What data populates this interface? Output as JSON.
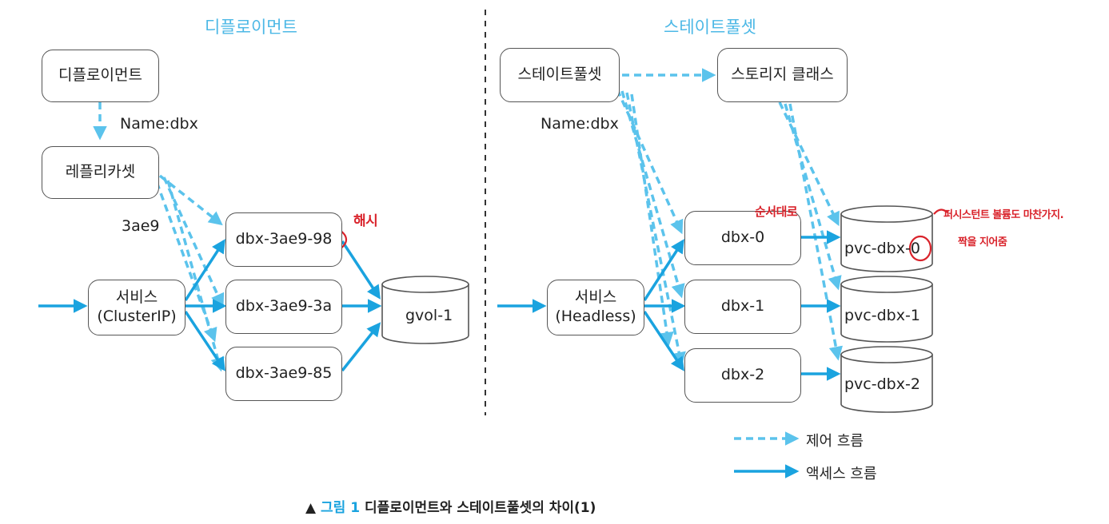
{
  "left": {
    "title": "디플로이먼트",
    "deployment_box": "디플로이먼트",
    "name_label": "Name:dbx",
    "replicaset_box": "레플리카셋",
    "hash_label": "3ae9",
    "service_line1": "서비스",
    "service_line2": "(ClusterIP)",
    "pods": [
      "dbx-3ae9-98",
      "dbx-3ae9-3a",
      "dbx-3ae9-85"
    ],
    "volume": "gvol-1",
    "annotation": "해시"
  },
  "right": {
    "title": "스테이트풀셋",
    "statefulset_box": "스테이트풀셋",
    "storage_class_box": "스토리지 클래스",
    "name_label": "Name:dbx",
    "service_line1": "서비스",
    "service_line2": "(Headless)",
    "pods": [
      "dbx-0",
      "dbx-1",
      "dbx-2"
    ],
    "volumes": [
      "pvc-dbx-0",
      "pvc-dbx-1",
      "pvc-dbx-2"
    ],
    "annotation_order": "순서대로",
    "annotation_pv_line1": "퍼시스턴트 볼륨도 마찬가지.",
    "annotation_pv_line2": "짝을 지어줌"
  },
  "legend": {
    "control_flow": "제어 흐름",
    "access_flow": "액세스 흐름"
  },
  "caption": {
    "marker": "▲",
    "figure": "그림 1",
    "text": "디플로이먼트와 스테이트풀셋의 차이(1)"
  },
  "colors": {
    "control_arrow": "#5bc3ec",
    "access_arrow": "#1aa3df",
    "annotation": "#d9232b",
    "title": "#4cb8e6"
  }
}
